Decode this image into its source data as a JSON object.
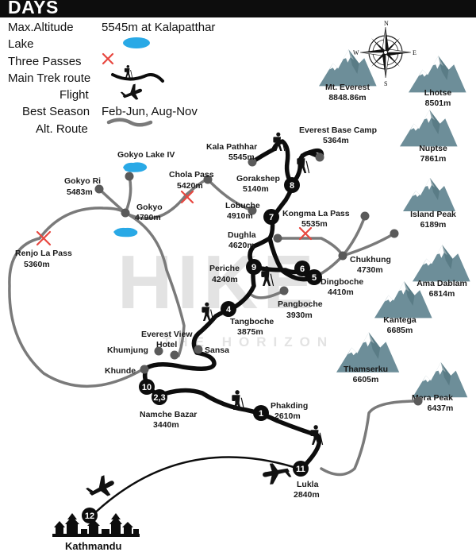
{
  "header": {
    "title": "DAYS"
  },
  "legend": {
    "max_altitude_label": "Max.Altitude",
    "max_altitude_value": "5545m at Kalapatthar",
    "lake_label": "Lake",
    "three_passes_label": "Three Passes",
    "main_route_label": "Main Trek route",
    "flight_label": "Flight",
    "best_season_label": "Best Season",
    "best_season_value": "Feb-Jun, Aug-Nov",
    "alt_route_label": "Alt. Route"
  },
  "compass": {
    "n": "N",
    "s": "S",
    "e": "E",
    "w": "W"
  },
  "watermark": {
    "big": "HIKE",
    "sub": "THE HORIZON"
  },
  "peaks": [
    {
      "name": "Mt. Everest",
      "alt": "8848.86m"
    },
    {
      "name": "Lhotse",
      "alt": "8501m"
    },
    {
      "name": "Nuptse",
      "alt": "7861m"
    },
    {
      "name": "Island Peak",
      "alt": "6189m"
    },
    {
      "name": "Ama Dablam",
      "alt": "6814m"
    },
    {
      "name": "Kantega",
      "alt": "6685m"
    },
    {
      "name": "Thamserku",
      "alt": "6605m"
    },
    {
      "name": "Mera Peak",
      "alt": "6437m"
    }
  ],
  "places": {
    "kala_pathhar": {
      "name": "Kala Pathhar",
      "alt": "5545m"
    },
    "everest_base_camp": {
      "name": "Everest Base Camp",
      "alt": "5364m"
    },
    "gorakshep": {
      "name": "Gorakshep",
      "alt": "5140m"
    },
    "lobuche": {
      "name": "Lobuche",
      "alt": "4910m"
    },
    "kongma_la": {
      "name": "Kongma La Pass",
      "alt": "5535m"
    },
    "dughla": {
      "name": "Dughla",
      "alt": "4620m"
    },
    "chukhung": {
      "name": "Chukhung",
      "alt": "4730m"
    },
    "periche": {
      "name": "Periche",
      "alt": "4240m"
    },
    "dingboche": {
      "name": "Dingboche",
      "alt": "4410m"
    },
    "pangboche": {
      "name": "Pangboche",
      "alt": "3930m"
    },
    "tangboche": {
      "name": "Tangboche",
      "alt": "3875m"
    },
    "gokyo_lake": {
      "name": "Gokyo Lake IV"
    },
    "chola_pass": {
      "name": "Chola Pass",
      "alt": "5420m"
    },
    "gokyo_ri": {
      "name": "Gokyo Ri",
      "alt": "5483m"
    },
    "gokyo": {
      "name": "Gokyo",
      "alt": "4790m"
    },
    "renjo_la": {
      "name": "Renjo La Pass",
      "alt": "5360m"
    },
    "everest_view": {
      "name1": "Everest View",
      "name2": "Hotel"
    },
    "khumjung": {
      "name": "Khumjung"
    },
    "sansa": {
      "name": "Sansa"
    },
    "khunde": {
      "name": "Khunde"
    },
    "namche": {
      "name": "Namche Bazar",
      "alt": "3440m"
    },
    "phakding": {
      "name": "Phakding",
      "alt": "2610m"
    },
    "lukla": {
      "name": "Lukla",
      "alt": "2840m"
    },
    "kathmandu": {
      "name": "Kathmandu"
    }
  },
  "day_markers": {
    "d1": "1",
    "d23": "2,3",
    "d4": "4",
    "d5": "5",
    "d6": "6",
    "d7": "7",
    "d8": "8",
    "d9": "9",
    "d10": "10",
    "d11": "11",
    "d12": "12"
  },
  "colors": {
    "main_route": "#0d0d0d",
    "alt_route": "#7a7a7a",
    "lake": "#29a9e6",
    "pass_cross": "#e8473f",
    "mountain": "#6d8e99",
    "mountain_snow": "#ffffff",
    "header_bg": "#0d0d0d"
  }
}
